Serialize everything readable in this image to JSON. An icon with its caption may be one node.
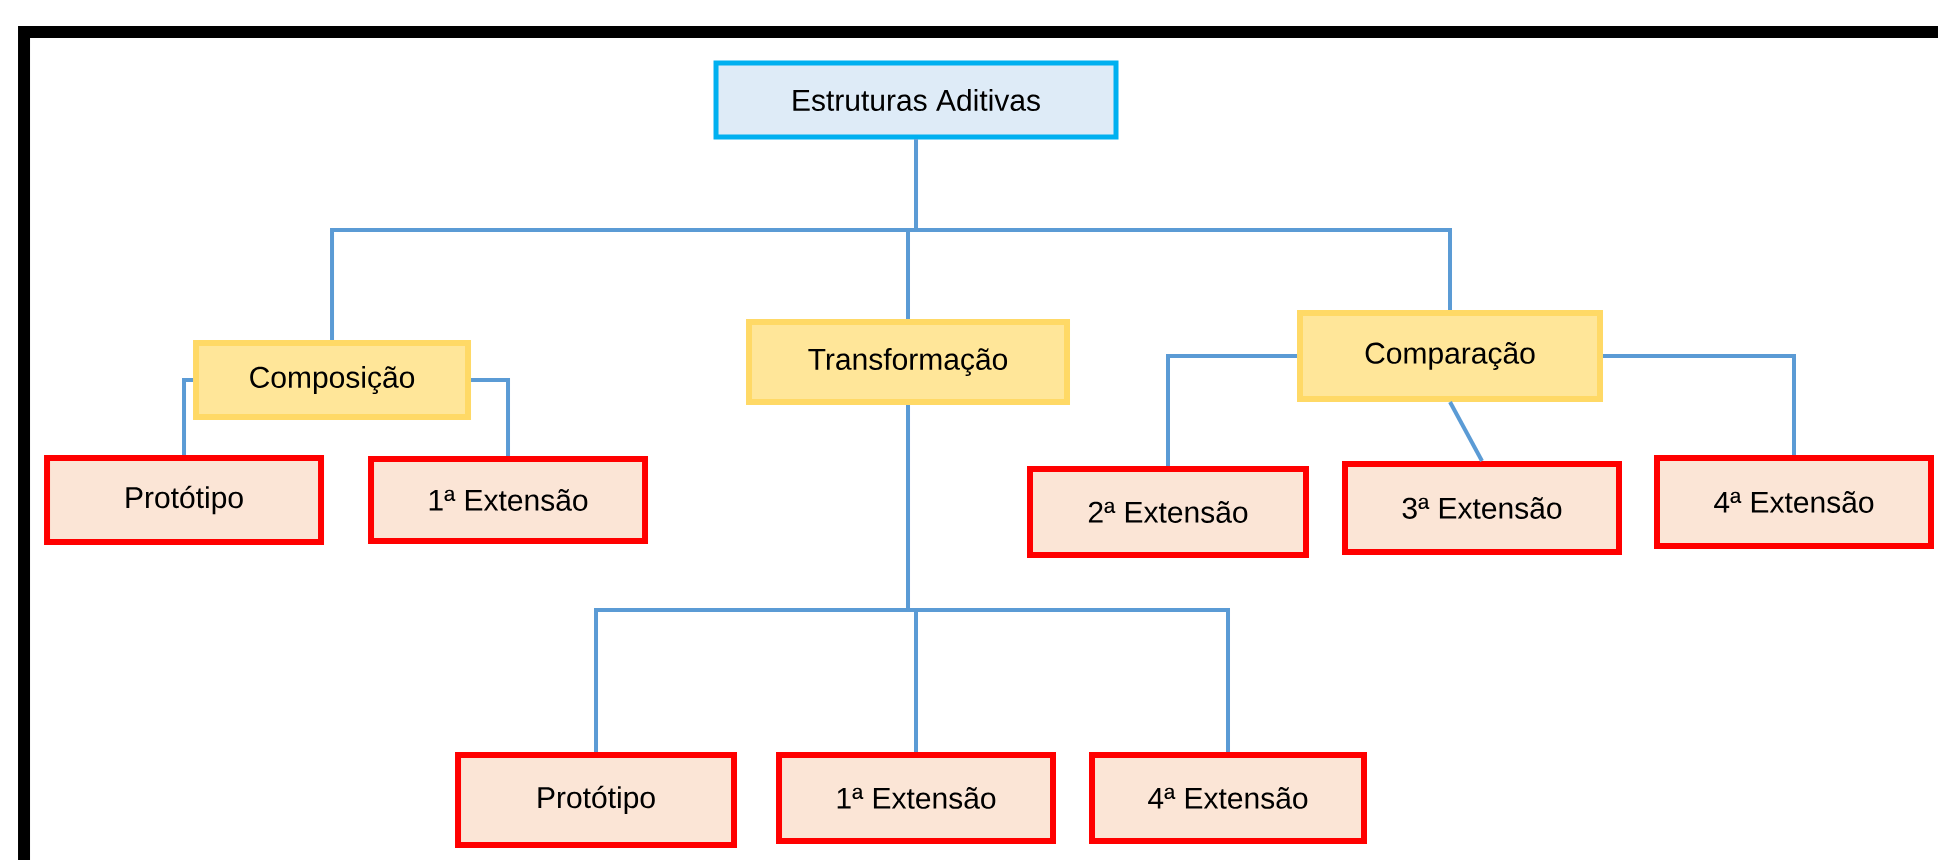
{
  "diagram": {
    "nodes": [
      {
        "text": [
          "Estruturas Aditivas"
        ]
      },
      {
        "text": [
          "Composição"
        ]
      },
      {
        "text": [
          "Transformação"
        ]
      },
      {
        "text": [
          "Comparação"
        ]
      },
      {
        "text": [
          "Protótipo"
        ]
      },
      {
        "text": [
          "1ª Extensão"
        ]
      },
      {
        "text": [
          "2ª Extensão"
        ]
      },
      {
        "text": [
          "3ª Extensão"
        ]
      },
      {
        "text": [
          "4ª Extensão"
        ]
      },
      {
        "text": [
          "Protótipo"
        ]
      },
      {
        "text": [
          "1ª Extensão"
        ]
      },
      {
        "text": [
          "4ª Extensão"
        ]
      }
    ],
    "edges": [
      {
        "from": 0,
        "to": 1,
        "arrow": "none"
      },
      {
        "from": 0,
        "to": 2,
        "arrow": "none"
      },
      {
        "from": 0,
        "to": 3,
        "arrow": "none"
      },
      {
        "from": 1,
        "to": 4,
        "arrow": "none"
      },
      {
        "from": 1,
        "to": 5,
        "arrow": "none"
      },
      {
        "from": 3,
        "to": 6,
        "arrow": "none"
      },
      {
        "from": 3,
        "to": 7,
        "arrow": "none"
      },
      {
        "from": 3,
        "to": 8,
        "arrow": "none"
      },
      {
        "from": 2,
        "to": 9,
        "arrow": "none"
      },
      {
        "from": 2,
        "to": 10,
        "arrow": "none"
      },
      {
        "from": 2,
        "to": 11,
        "arrow": "none"
      }
    ]
  }
}
